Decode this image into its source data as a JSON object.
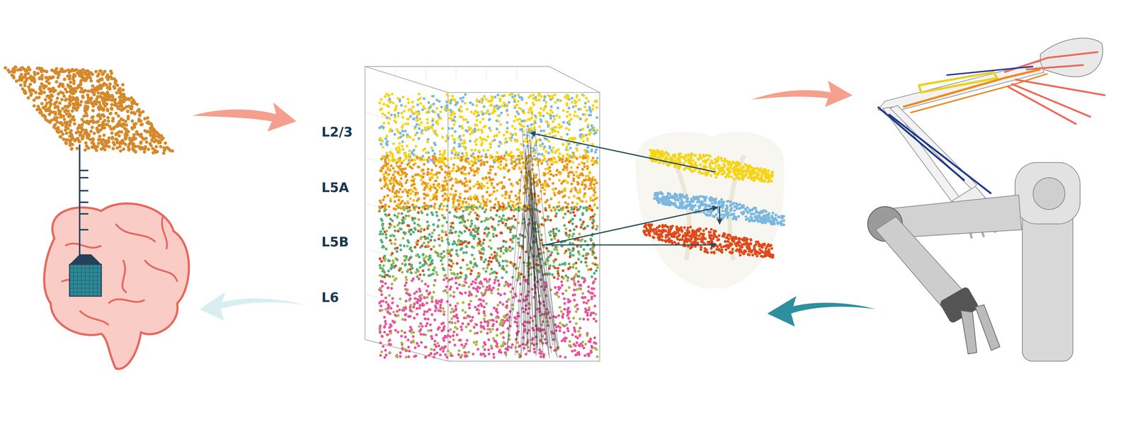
{
  "diagram": {
    "labels": [
      "L2/3",
      "L5A",
      "L5B",
      "L6"
    ]
  }
}
